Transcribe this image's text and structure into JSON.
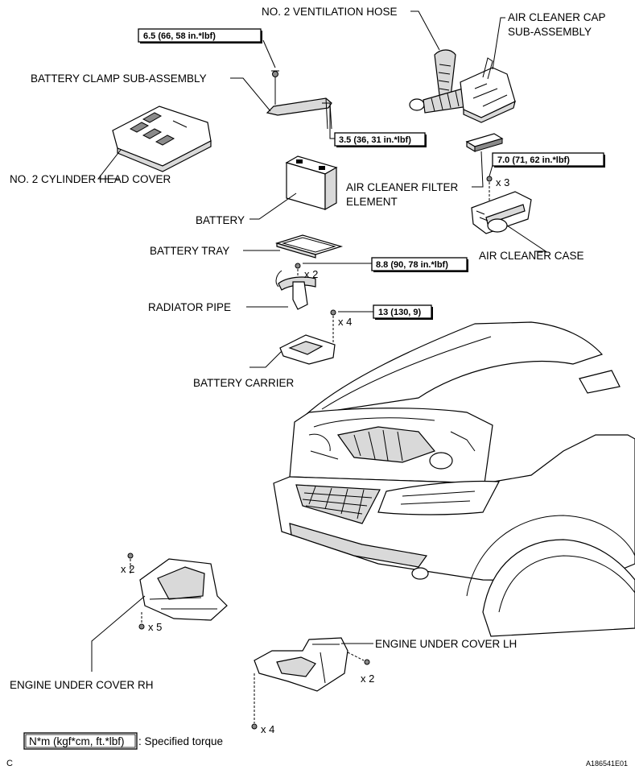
{
  "labels": {
    "ventilation_hose": "NO. 2 VENTILATION HOSE",
    "air_cleaner_cap_1": "AIR CLEANER CAP",
    "air_cleaner_cap_2": "SUB-ASSEMBLY",
    "battery_clamp": "BATTERY CLAMP SUB-ASSEMBLY",
    "cylinder_head_cover": "NO. 2 CYLINDER HEAD COVER",
    "air_cleaner_filter_1": "AIR CLEANER FILTER",
    "air_cleaner_filter_2": "ELEMENT",
    "battery": "BATTERY",
    "air_cleaner_case": "AIR CLEANER CASE",
    "battery_tray": "BATTERY TRAY",
    "radiator_pipe": "RADIATOR PIPE",
    "battery_carrier": "BATTERY CARRIER",
    "engine_under_cover_lh": "ENGINE UNDER COVER LH",
    "engine_under_cover_rh": "ENGINE UNDER COVER RH"
  },
  "torques": {
    "clamp_bolt": "6.5 (66, 58 in.*lbf)",
    "clamp_nut": "3.5 (36, 31 in.*lbf)",
    "air_cleaner_case": "7.0 (71, 62 in.*lbf)",
    "radiator_pipe": "8.8 (90, 78 in.*lbf)",
    "battery_carrier": "13 (130, 9)"
  },
  "quantities": {
    "air_cleaner_case": "x 3",
    "radiator_pipe": "x 2",
    "battery_carrier": "x 4",
    "under_cover_rh_top": "x 2",
    "under_cover_rh_bottom": "x 5",
    "under_cover_lh_right": "x 2",
    "under_cover_lh_bottom": "x 4"
  },
  "legend": {
    "symbol": "N*m (kgf*cm, ft.*lbf)",
    "text": ": Specified torque"
  },
  "corner_mark": "C",
  "figure_id": "A186541E01"
}
